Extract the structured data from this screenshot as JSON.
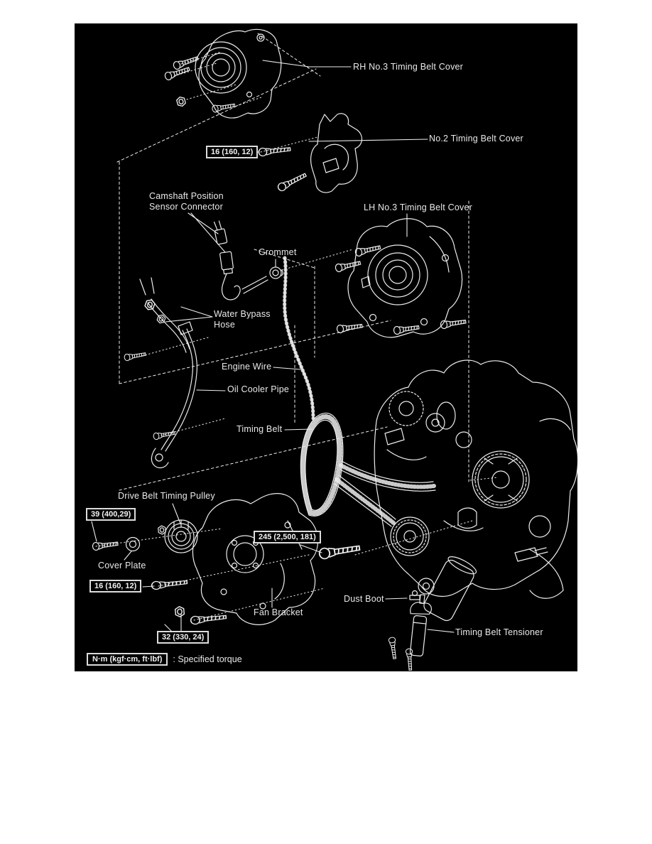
{
  "colors": {
    "page_background": "#ffffff",
    "diagram_background": "#000000",
    "line_art": "#ededed",
    "label_text": "#e9e9e9"
  },
  "labels": {
    "rh_no3_cover": "RH No.3 Timing Belt Cover",
    "no2_cover": "No.2 Timing Belt Cover",
    "camshaft_position_line1": "Camshaft Position",
    "camshaft_position_line2": "Sensor Connector",
    "lh_no3_cover": "LH No.3 Timing Belt Cover",
    "grommet": "Grommet",
    "water_bypass_line1": "Water Bypass",
    "water_bypass_line2": "Hose",
    "engine_wire": "Engine Wire",
    "oil_cooler_pipe": "Oil Cooler Pipe",
    "timing_belt": "Timing Belt",
    "drive_belt_timing_pulley": "Drive Belt Timing Pulley",
    "cover_plate": "Cover Plate",
    "fan_bracket": "Fan Bracket",
    "dust_boot": "Dust Boot",
    "timing_belt_tensioner": "Timing Belt Tensioner"
  },
  "torque_specs": {
    "no2_cover_bolt": "16 (160, 12)",
    "drive_pulley_bolt": "39 (400,29)",
    "fan_bracket_bolt_16": "16 (160, 12)",
    "crankshaft_pulley_bolt": "245 (2,500, 181)",
    "fan_bracket_bolt_32": "32 (330, 24)"
  },
  "legend": {
    "unit_box": "N·m (kgf·cm, ft·lbf)",
    "description": ": Specified torque"
  }
}
